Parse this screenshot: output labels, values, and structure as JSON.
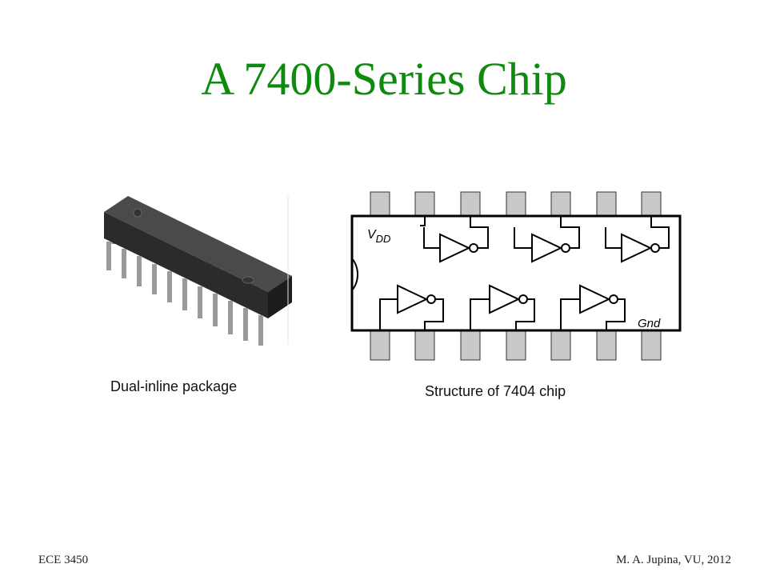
{
  "slide": {
    "title": "A 7400-Series Chip",
    "photo_caption": "Dual-inline package",
    "schematic_caption": "Structure of 7404 chip",
    "schematic_labels": {
      "vdd_main": "V",
      "vdd_sub": "DD",
      "gnd": "Gnd"
    },
    "footer_left": "ECE 3450",
    "footer_right": "M. A. Jupina, VU, 2012"
  },
  "colors": {
    "title": "#0e8a0e",
    "pin_fill": "#c8c8c8",
    "chip_body": "#3a3a3a"
  },
  "icons": {
    "photo": "dip-chip-photo",
    "gate": "not-gate-icon"
  }
}
